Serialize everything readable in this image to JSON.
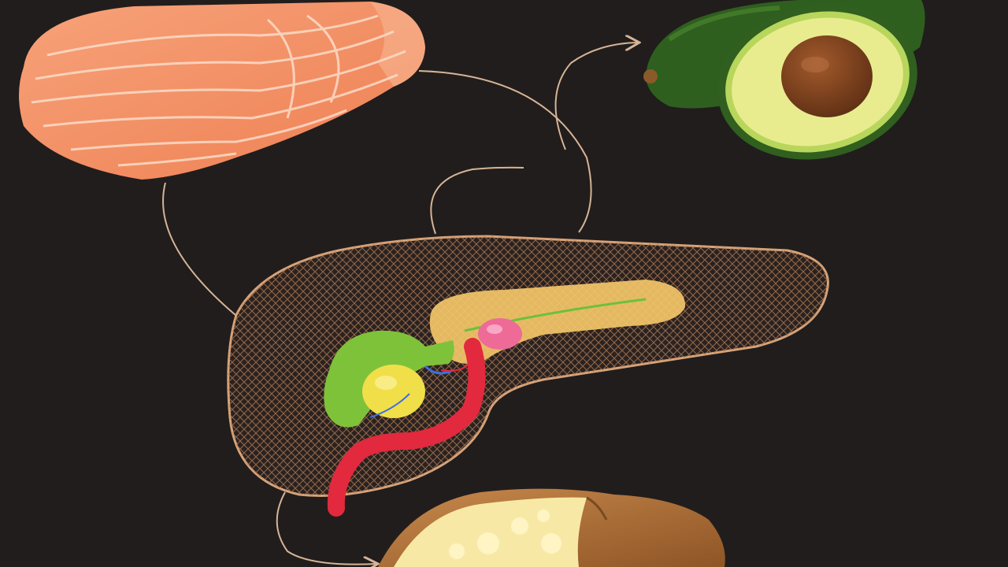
{
  "scene": {
    "background": "#211d1c",
    "objects": [
      {
        "name": "salmon",
        "icon": "salmon-fillet-icon"
      },
      {
        "name": "avocado",
        "icon": "avocado-half-icon"
      },
      {
        "name": "pancreas",
        "icon": "pancreas-organ-icon"
      },
      {
        "name": "potato",
        "icon": "baked-potato-icon"
      }
    ],
    "colors": {
      "salmon": "#f39467",
      "salmon_stripe": "#fbd9c4",
      "avocado_skin": "#2f5f1f",
      "avocado_flesh": "#e8ec8e",
      "avocado_pit": "#7a3f1d",
      "pancreas_outline": "#d8a47a",
      "pancreas_duct": "#f3c669",
      "stomach": "#7ec23a",
      "gallbladder": "#f1df49",
      "artery": "#e2293d",
      "potato_skin": "#a96b35",
      "potato_flesh": "#f7e9a5",
      "arrow": "#d6b497"
    }
  }
}
